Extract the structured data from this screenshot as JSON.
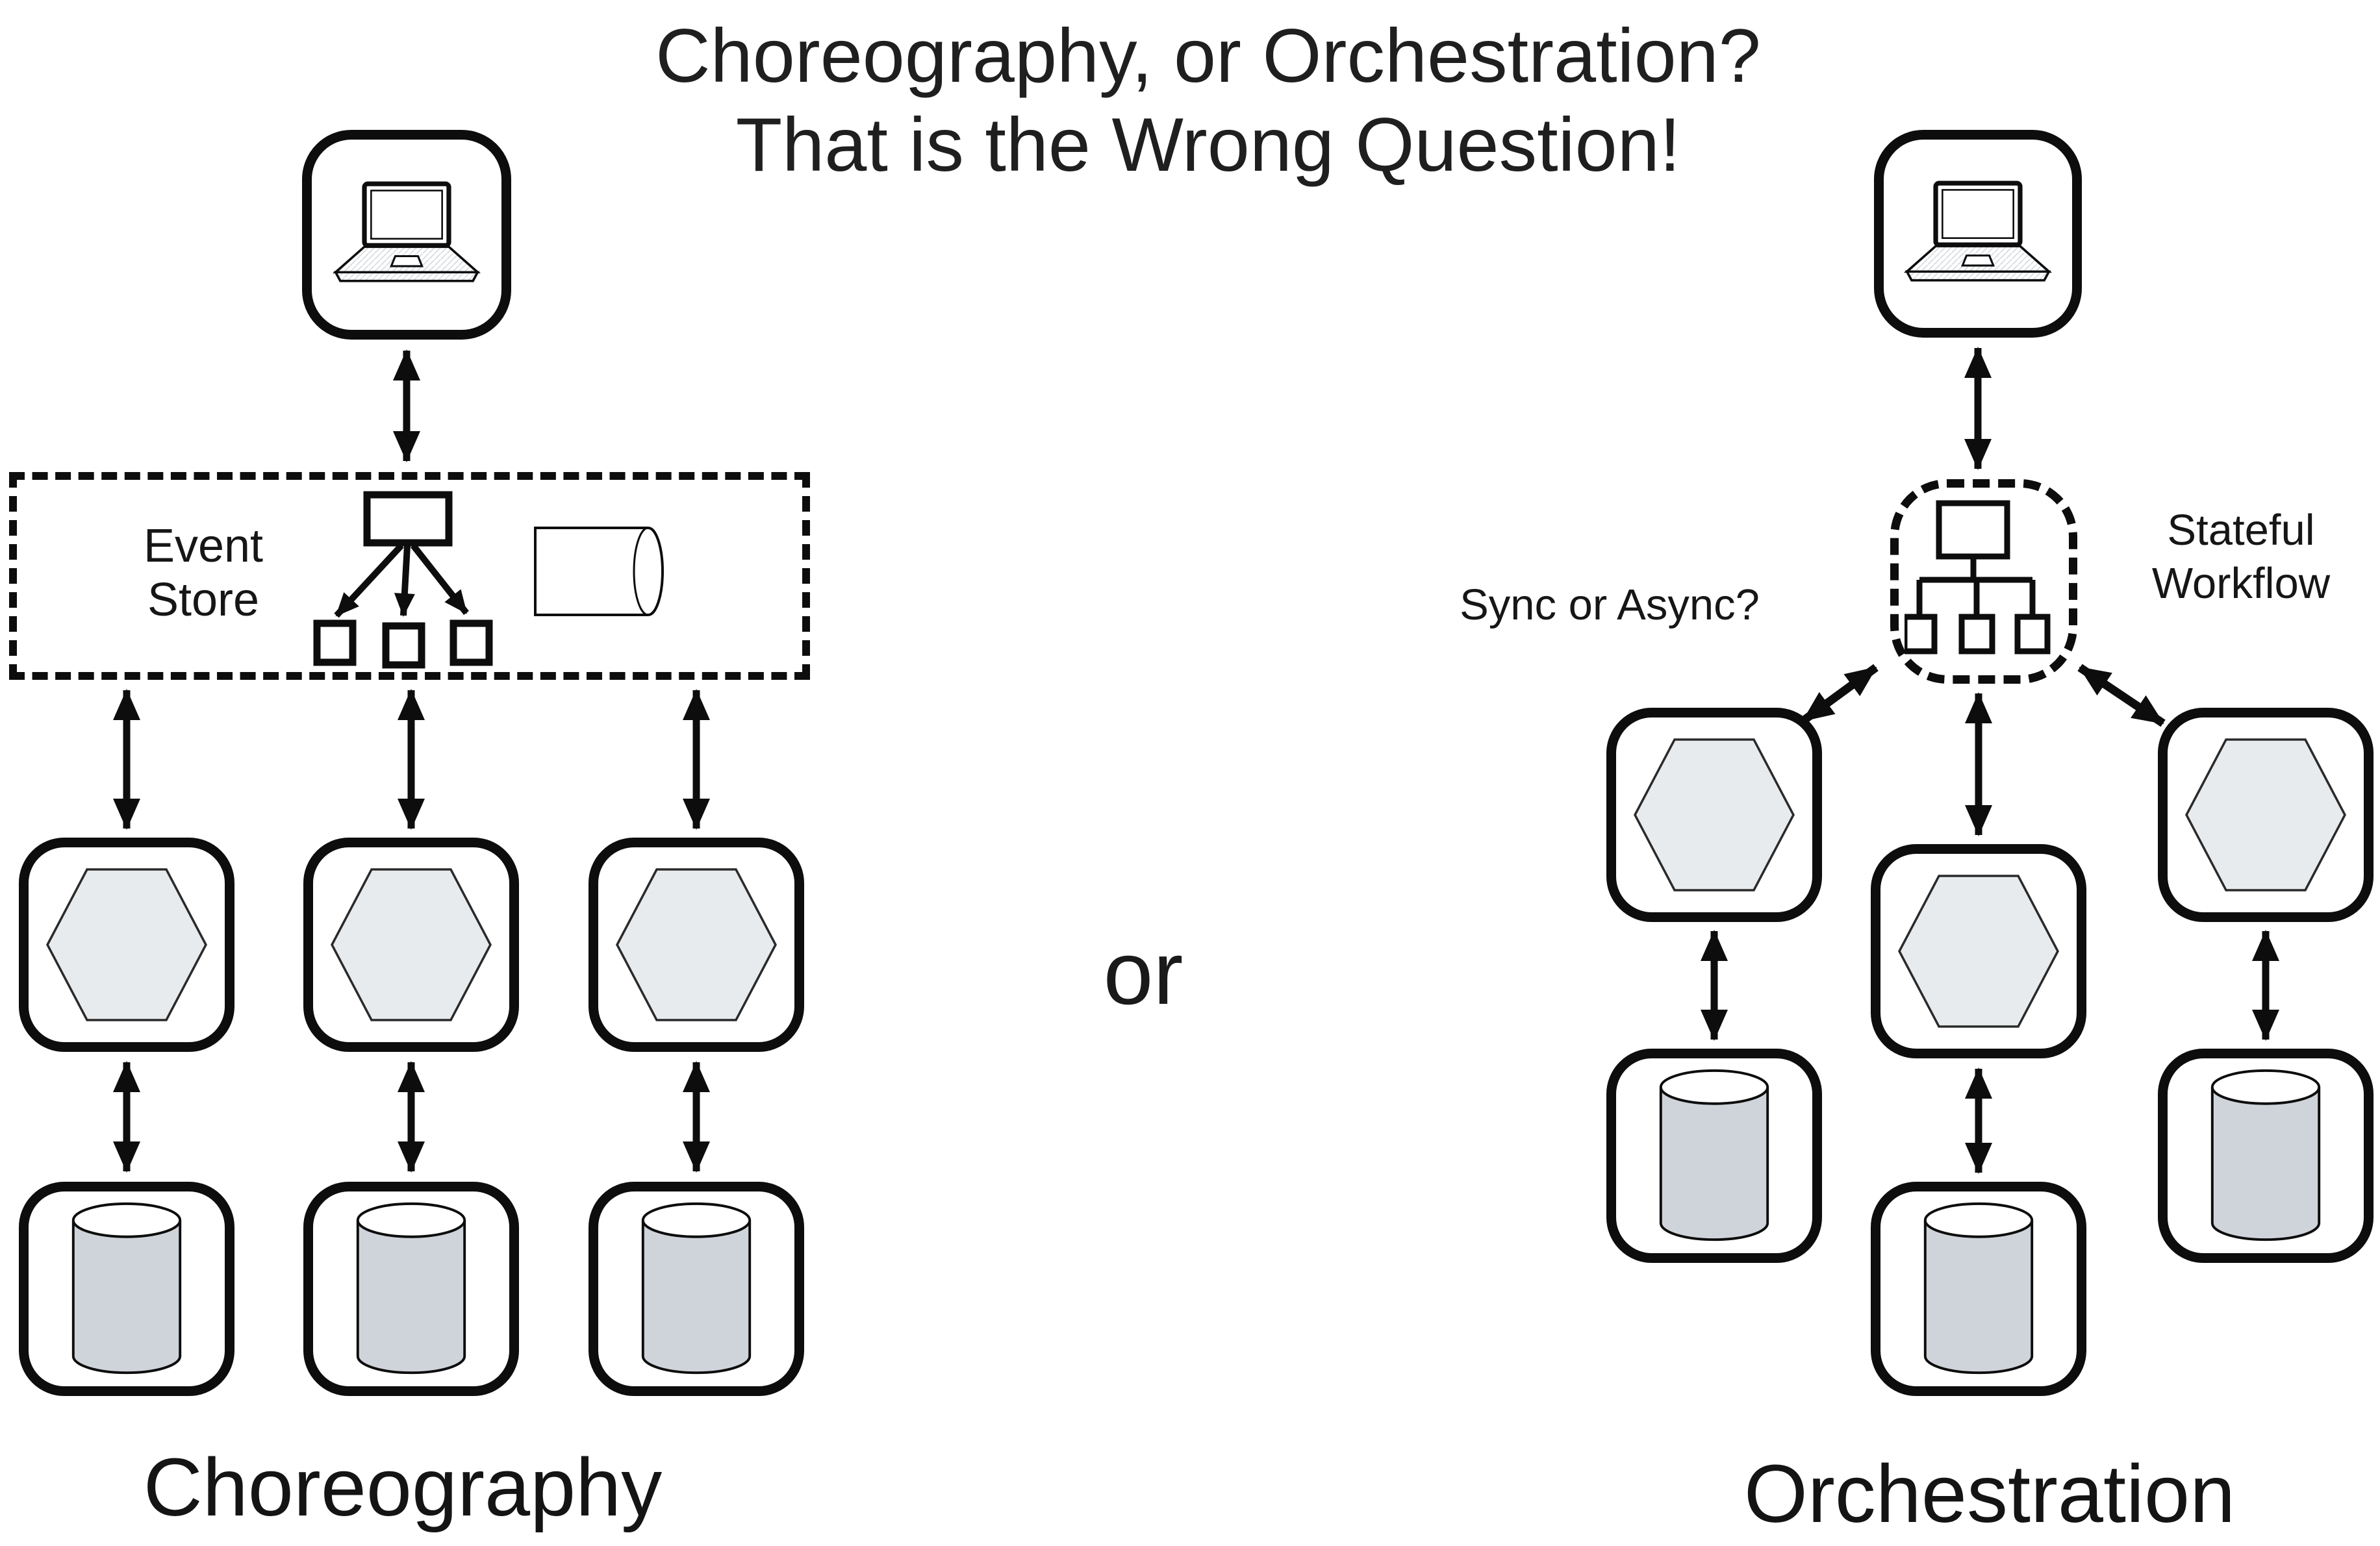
{
  "title": {
    "line1": "Choreography, or Orchestration?",
    "line2": "That is the Wrong Question!"
  },
  "choreography": {
    "caption": "Choreography",
    "event_store_label": "Event Store",
    "icons": [
      "laptop-icon",
      "event-fanout-icon",
      "event-log-cylinder-icon",
      "hexagon-service-icon",
      "database-cylinder-icon"
    ],
    "service_count": 3,
    "database_count": 3
  },
  "divider": {
    "or_label": "or"
  },
  "orchestration": {
    "caption": "Orchestration",
    "sync_question": "Sync or Async?",
    "stateful_workflow_label": "Stateful Workflow",
    "icons": [
      "laptop-icon",
      "workflow-tree-icon",
      "hexagon-service-icon",
      "database-cylinder-icon"
    ],
    "service_count": 3,
    "database_count": 3
  },
  "colors": {
    "stroke": "#0d0d0d",
    "hexagon_fill": "#e7ebee",
    "cylinder_fill": "#cfd4da",
    "text": "#1a1a1a",
    "background": "#ffffff"
  }
}
